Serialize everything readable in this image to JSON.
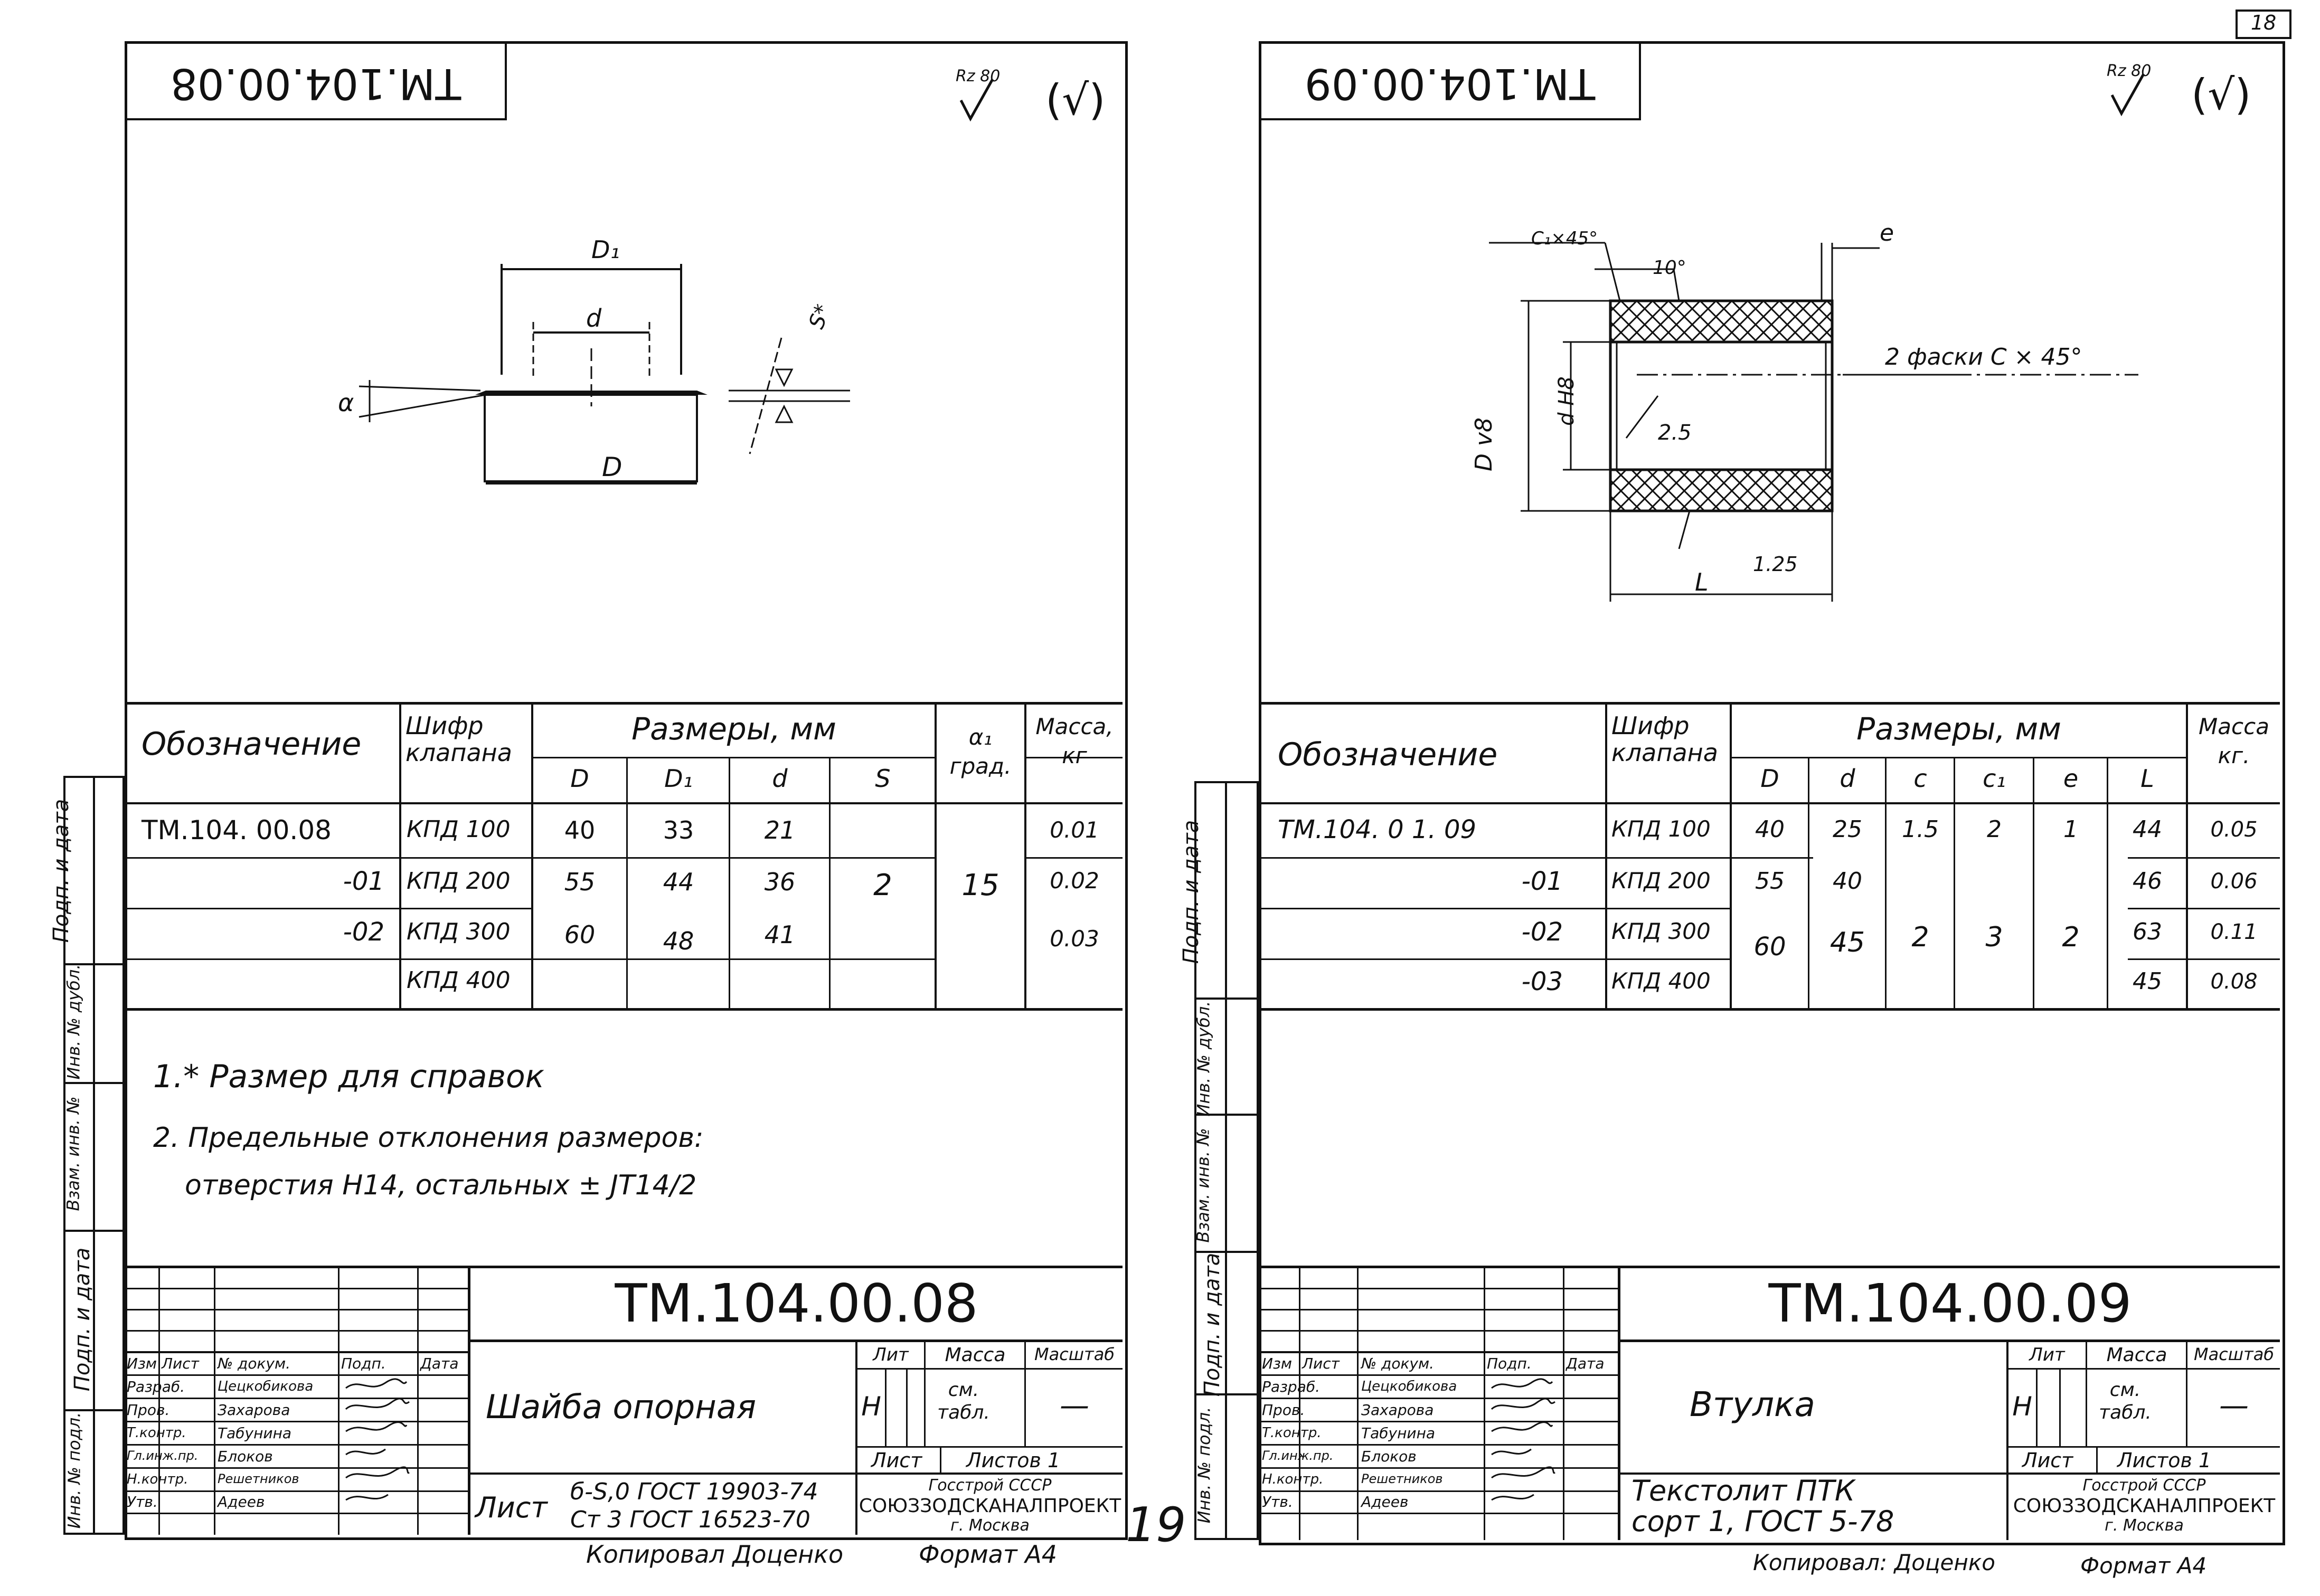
{
  "page_number": "18",
  "bottom_handwritten_number": "19",
  "side_strip": {
    "labels": [
      "Подп. и дата",
      "Инв. № дубл.",
      "Взам. инв. №",
      "Подп. и дата",
      "Инв. № подл."
    ]
  },
  "left": {
    "doc_code_top": "ТМ.104.00.08",
    "roughness": "Rz 80",
    "roughness_paren": "(√)",
    "dims": {
      "D1": "D₁",
      "d": "d",
      "D": "D",
      "S": "S*",
      "alpha": "α"
    },
    "table": {
      "headers": {
        "designation": "Обозначение",
        "code": "Шифр клапана",
        "sizes": "Размеры, мм",
        "alpha": "α₁ град.",
        "mass": "Масса, кг"
      },
      "subheaders": [
        "D",
        "D₁",
        "d",
        "S"
      ],
      "rows": [
        {
          "designation": "ТМ.104. 00.08",
          "code": "КПД 100",
          "D": "40",
          "D1": "33",
          "d": "21",
          "mass": "0.01"
        },
        {
          "designation": "-01",
          "code": "КПД 200",
          "D": "55",
          "D1": "44",
          "d": "36",
          "mass": "0.02"
        },
        {
          "designation": "-02",
          "code": "КПД 300",
          "D": "60",
          "D1": "48",
          "d": "41",
          "mass": "0.03"
        },
        {
          "designation": "",
          "code": "КПД 400",
          "D": "",
          "D1": "",
          "d": "",
          "mass": ""
        }
      ],
      "S": "2",
      "alpha": "15"
    },
    "notes": [
      "1.* Размер для справок",
      "2. Предельные   отклонения   размеров:",
      "отверстия Н14,  остальных ± JT14/2"
    ],
    "title_block": {
      "code": "ТМ.104.00.08",
      "name": "Шайба   опорная",
      "material_label": "Лист",
      "material_line1": "б-S,0 ГОСТ 19903-74",
      "material_line2": "Ст 3 ГОСТ 16523-70",
      "lit": "Лит",
      "mass_h": "Масса",
      "scale_h": "Масштаб",
      "lit_val": "Н",
      "mass_val": "см. табл.",
      "scale_val": "—",
      "sheet": "Лист",
      "sheets": "Листов 1",
      "org1": "Госстрой СССР",
      "org2": "СОЮЗЗОДСКАНАЛПРОЕКТ",
      "org3": "г. Москва",
      "sign_rows": [
        [
          "Изм",
          "Лист",
          "№ докум.",
          "Подп.",
          "Дата"
        ],
        [
          "Разраб.",
          "Цецкобикова",
          "",
          "",
          ""
        ],
        [
          "Пров.",
          "Захарова",
          "",
          "",
          ""
        ],
        [
          "Т.контр.",
          "Табунина",
          "",
          "",
          ""
        ],
        [
          "Гл.инж.пр.",
          "Блоков",
          "",
          "",
          ""
        ],
        [
          "Н.контр.",
          "Решетников",
          "",
          "",
          ""
        ],
        [
          "Утв.",
          "Адеев",
          "",
          "",
          ""
        ]
      ],
      "copied": "Копировал  Доценко",
      "format": "Формат  А4"
    }
  },
  "right": {
    "doc_code_top": "ТМ.104.00.09",
    "roughness": "Rz 80",
    "roughness_paren": "(√)",
    "dims": {
      "c1": "C₁×45°",
      "e": "e",
      "deg": "10°",
      "Dv8": "D v8",
      "dH8": "d H8",
      "chamfer": "2 фаски  C × 45°",
      "r25": "2.5",
      "r125": "1.25",
      "L": "L"
    },
    "table": {
      "headers": {
        "designation": "Обозначение",
        "code": "Шифр клапана",
        "sizes": "Размеры, мм",
        "mass": "Масса кг."
      },
      "subheaders": [
        "D",
        "d",
        "c",
        "c₁",
        "e",
        "L"
      ],
      "rows": [
        {
          "designation": "ТМ.104. 0 1. 09",
          "code": "КПД 100",
          "D": "40",
          "d": "25",
          "c": "1.5",
          "c1": "2",
          "e": "1",
          "L": "44",
          "mass": "0.05"
        },
        {
          "designation": "-01",
          "code": "КПД 200",
          "D": "55",
          "d": "40",
          "L": "46",
          "mass": "0.06"
        },
        {
          "designation": "-02",
          "code": "КПД 300",
          "L": "63",
          "mass": "0.11"
        },
        {
          "designation": "-03",
          "code": "КПД 400",
          "L": "45",
          "mass": "0.08"
        }
      ],
      "merged": {
        "D": "60",
        "d": "45",
        "c": "2",
        "c1": "3",
        "e": "2"
      }
    },
    "title_block": {
      "code": "ТМ.104.00.09",
      "name": "Втулка",
      "material_line1": "Текстолит  ПТК",
      "material_line2": "сорт 1,  ГОСТ 5-78",
      "lit": "Лит",
      "mass_h": "Масса",
      "scale_h": "Масштаб",
      "lit_val": "Н",
      "mass_val": "см. табл.",
      "scale_val": "—",
      "sheet": "Лист",
      "sheets": "Листов 1",
      "org1": "Госстрой СССР",
      "org2": "СОЮЗЗОДСКАНАЛПРОЕКТ",
      "org3": "г. Москва",
      "sign_rows": [
        [
          "Изм",
          "Лист",
          "№ докум.",
          "Подп.",
          "Дата"
        ],
        [
          "Разраб.",
          "Цецкобикова",
          "",
          "",
          ""
        ],
        [
          "Пров.",
          "Захарова",
          "",
          "",
          ""
        ],
        [
          "Т.контр.",
          "Табунина",
          "",
          "",
          ""
        ],
        [
          "Гл.инж.пр.",
          "Блоков",
          "",
          "",
          ""
        ],
        [
          "Н.контр.",
          "Решетников",
          "",
          "",
          ""
        ],
        [
          "Утв.",
          "Адеев",
          "",
          "",
          ""
        ]
      ],
      "copied": "Копировал: Доценко",
      "format": "Формат  А4"
    }
  }
}
